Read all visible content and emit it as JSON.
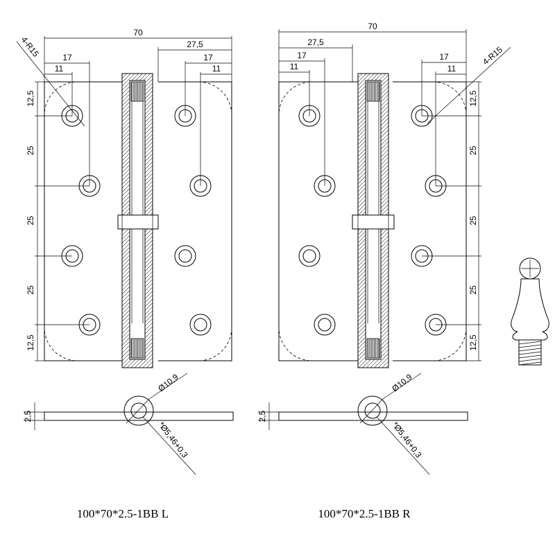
{
  "left_hinge": {
    "dim_total_width": "70",
    "dim_half_width": "27,5",
    "dim_hole_17_left": "17",
    "dim_hole_11_left": "11",
    "dim_hole_17_right": "17",
    "dim_hole_11_right": "11",
    "radius_label": "4-R15",
    "dim_top": "12,5",
    "dim_pitch_1": "25",
    "dim_pitch_2": "25",
    "dim_pitch_3": "25",
    "dim_bottom": "12,5",
    "thickness": "2,5",
    "knuckle_diameter": "Ø10,9",
    "pin_diameter": "*Ø5,46+0,3",
    "caption": "100*70*2.5-1BB L"
  },
  "right_hinge": {
    "dim_total_width": "70",
    "dim_half_width": "27,5",
    "dim_hole_17_left": "17",
    "dim_hole_11_left": "11",
    "dim_hole_17_right": "17",
    "dim_hole_11_right": "11",
    "radius_label": "4-R15",
    "dim_top": "12,5",
    "dim_pitch_1": "25",
    "dim_pitch_2": "25",
    "dim_pitch_3": "25",
    "dim_bottom": "12,5",
    "thickness": "2,5",
    "knuckle_diameter": "Ø10,9",
    "pin_diameter": "*Ø5,46+0,3",
    "caption": "100*70*2.5-1BB R"
  }
}
